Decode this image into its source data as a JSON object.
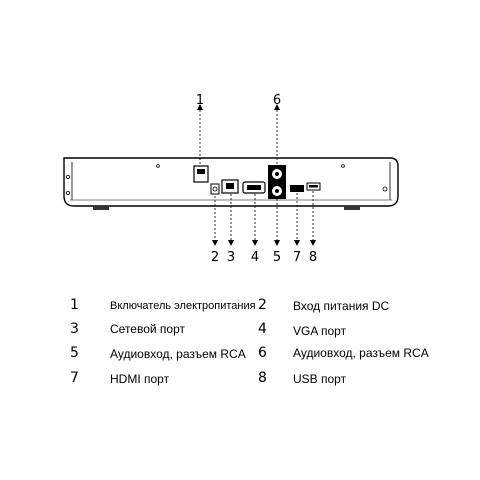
{
  "callouts": [
    "1",
    "6",
    "2",
    "3",
    "4",
    "5",
    "7",
    "8"
  ],
  "legend": [
    {
      "num": "1",
      "label": "Включатель электропитания"
    },
    {
      "num": "2",
      "label": "Вход питания DC"
    },
    {
      "num": "3",
      "label": "Сетевой порт"
    },
    {
      "num": "4",
      "label": "VGA порт"
    },
    {
      "num": "5",
      "label": "Аудиовход, разъем RCA"
    },
    {
      "num": "6",
      "label": "Аудиовход, разъем RCA"
    },
    {
      "num": "7",
      "label": "HDMI порт"
    },
    {
      "num": "8",
      "label": "USB порт"
    }
  ]
}
